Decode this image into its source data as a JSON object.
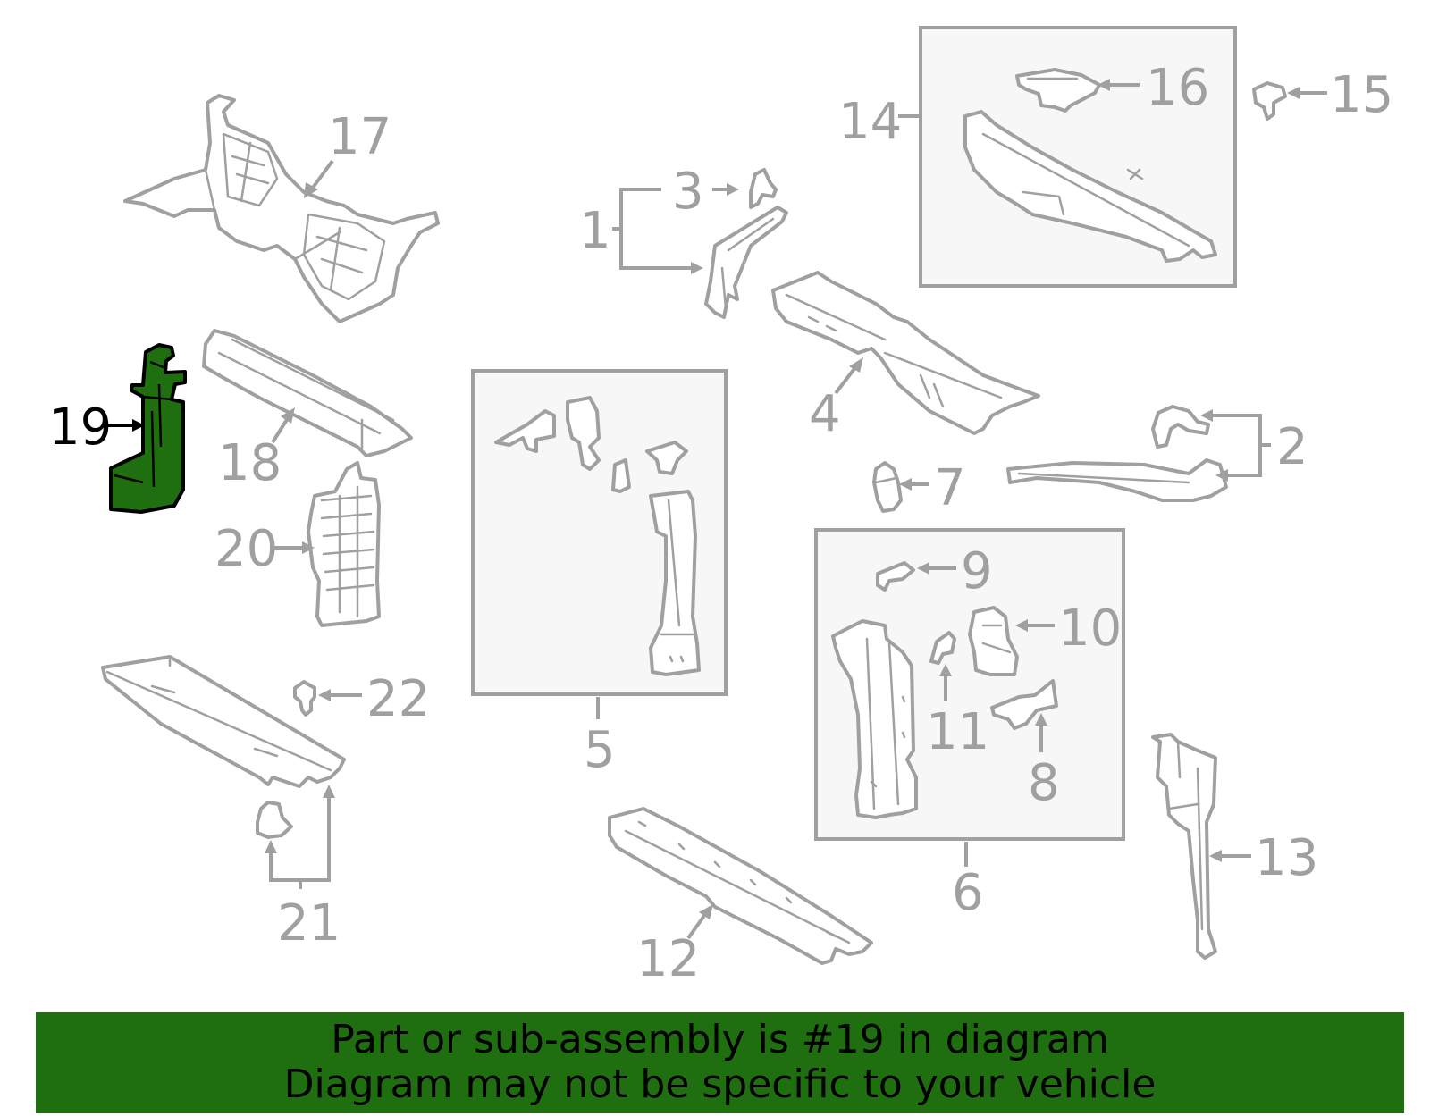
{
  "diagram": {
    "highlighted_part": "19",
    "highlight_color": "#1f6e0f",
    "line_color": "#a0a0a0",
    "callouts": [
      "1",
      "2",
      "3",
      "4",
      "5",
      "6",
      "7",
      "8",
      "9",
      "10",
      "11",
      "12",
      "13",
      "14",
      "15",
      "16",
      "17",
      "18",
      "19",
      "20",
      "21",
      "22"
    ]
  },
  "banner": {
    "line1": "Part or sub-assembly is #19 in diagram",
    "line2": "Diagram may not be specific to your vehicle",
    "background": "#1f6e0f"
  }
}
